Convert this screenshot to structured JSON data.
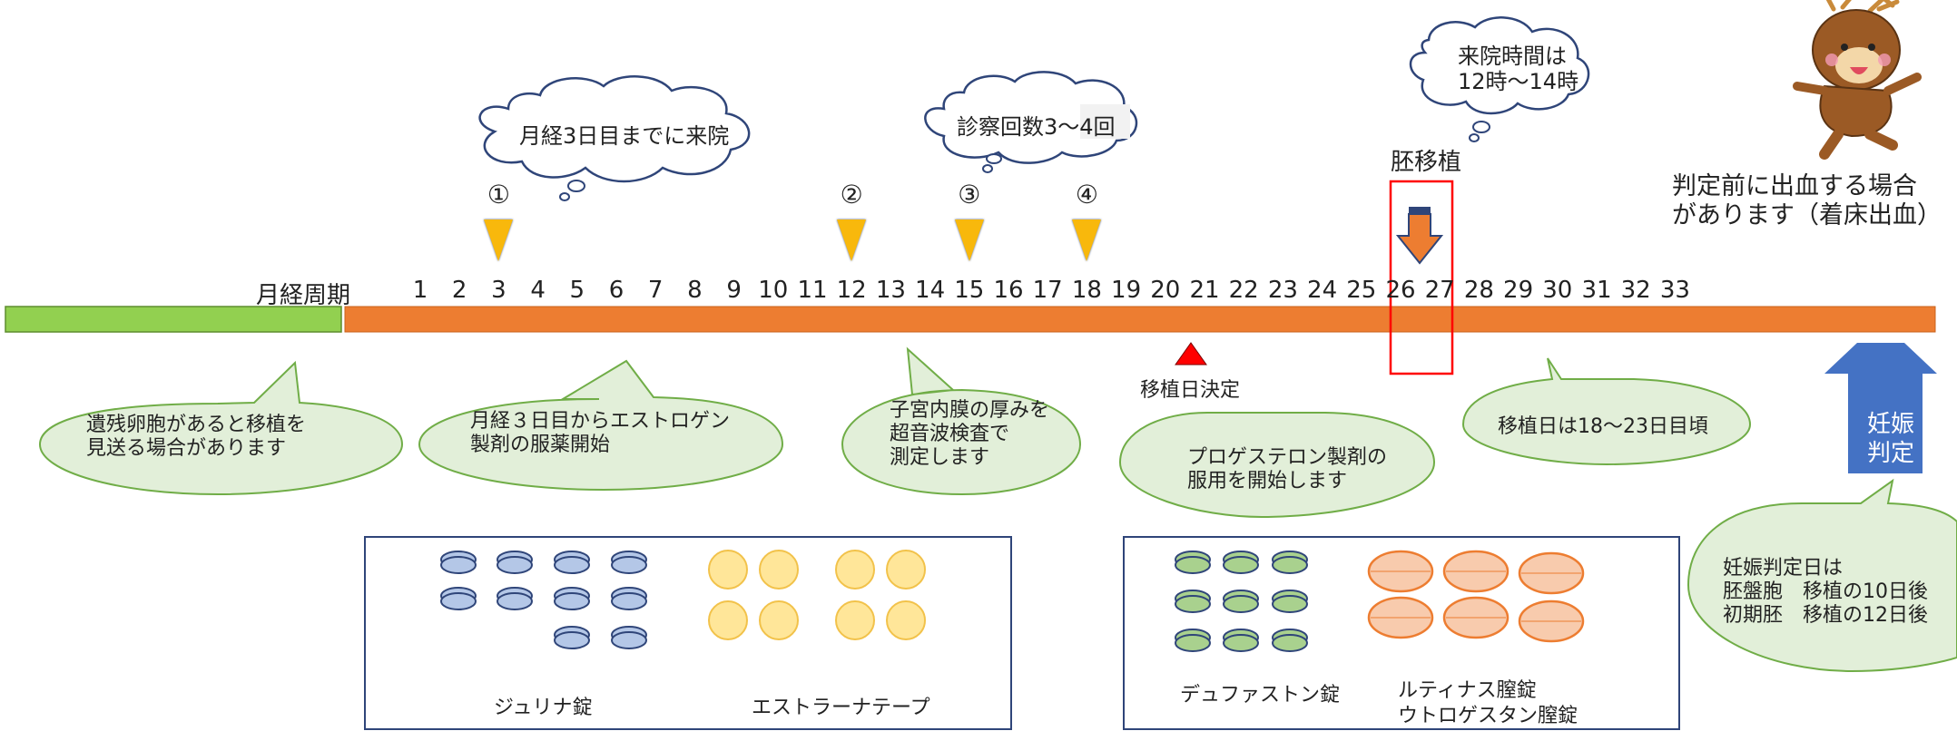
{
  "timeline": {
    "cycle_label": "月経周期",
    "days": [
      "1",
      "2",
      "3",
      "4",
      "5",
      "6",
      "7",
      "8",
      "9",
      "10",
      "11",
      "12",
      "13",
      "14",
      "15",
      "16",
      "17",
      "18",
      "19",
      "20",
      "21",
      "22",
      "23",
      "24",
      "25",
      "26",
      "27",
      "28",
      "29",
      "30",
      "31",
      "32",
      "33"
    ]
  },
  "visits": [
    {
      "marker": "①",
      "day": "3"
    },
    {
      "marker": "②",
      "day": "12"
    },
    {
      "marker": "③",
      "day": "15"
    },
    {
      "marker": "④",
      "day": "18"
    }
  ],
  "thought_bubbles": {
    "visit_by_day3": "月経3日目までに来院",
    "visit_count": "診察回数3〜4回",
    "visit_time": "来院時間は\n12時〜14時"
  },
  "transfer": {
    "label": "胚移植",
    "decision_label": "移植日決定"
  },
  "notes": {
    "residual_follicle": "遺残卵胞があると移植を\n見送る場合があります",
    "estrogen_start": "月経３日目からエストロゲン\n製剤の服薬開始",
    "endometrium": "子宮内膜の厚みを\n超音波検査で\n測定します",
    "progesterone_start": "プロゲステロン製剤の\n服用を開始します",
    "transfer_days": "移植日は18〜23日目頃",
    "pregnancy_test_day": "妊娠判定日は\n胚盤胞　移植の10日後\n初期胚　移植の12日後",
    "bleeding": "判定前に出血する場合\nがあります（着床出血）"
  },
  "pregnancy_test": {
    "label": "妊娠\n判定"
  },
  "medications": {
    "left": [
      "ジュリナ錠",
      "エストラーナテープ"
    ],
    "right": [
      "デュファストン錠",
      "ルティナス膣錠\nウトロゲスタン膣錠"
    ]
  },
  "colors": {
    "pre_cycle_bar": "#92d050",
    "cycle_bar": "#ed7d31",
    "visit_marker": "#f8b80c",
    "note_fill": "#e2efd9",
    "note_border": "#70ad47",
    "transfer_highlight": "#ff0000",
    "test_arrow": "#4472c4",
    "blue_tablet": "#b4c7e7",
    "yellow_patch": "#ffe699",
    "green_tablet": "#a9d18e",
    "orange_tablet": "#f8cbad"
  },
  "icons": [
    "thought-bubble-icon",
    "down-arrow-icon",
    "up-arrow-icon",
    "red-triangle-icon",
    "deer-mascot-icon",
    "tablet-icon",
    "patch-icon"
  ]
}
